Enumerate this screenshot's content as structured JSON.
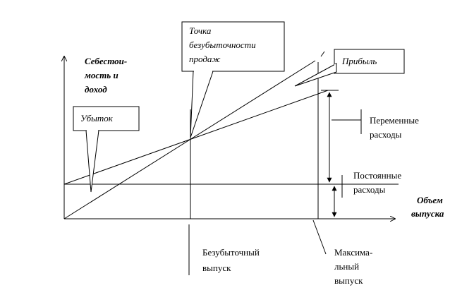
{
  "axes": {
    "y_label_lines": [
      "Себестои-",
      "мость и",
      "доход"
    ],
    "x_label_lines": [
      "Объем",
      "выпуска"
    ]
  },
  "callouts": {
    "breakeven_point_lines": [
      "Точка",
      "безубыточности",
      "продаж"
    ],
    "loss": "Убыток",
    "profit": "Прибыль"
  },
  "annotations": {
    "variable_costs_lines": [
      "Переменные",
      "расходы"
    ],
    "fixed_costs_lines": [
      "Постоянные",
      "расходы"
    ],
    "breakeven_output_lines": [
      "Безубыточный",
      "выпуск"
    ],
    "max_output_lines": [
      "Максима-",
      "льный",
      "выпуск"
    ]
  }
}
